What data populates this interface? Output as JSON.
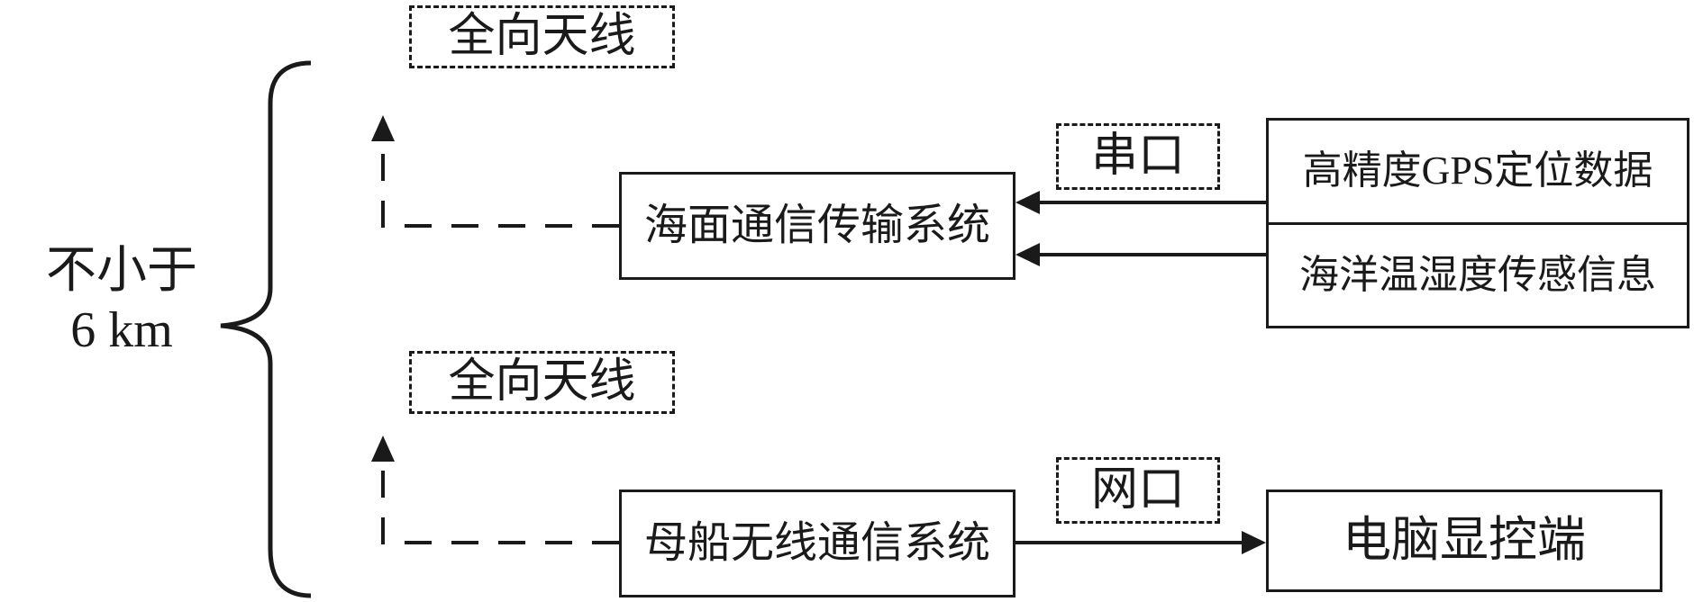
{
  "colors": {
    "ink": "#1a1a1a",
    "background": "#ffffff"
  },
  "diagram": {
    "distance": {
      "line1": "不小于",
      "line2": "6 km"
    },
    "antenna_top": "全向天线",
    "antenna_bottom": "全向天线",
    "sea_surface_system": "海面通信传输系统",
    "serial_port": "串口",
    "gps_data": "高精度GPS定位数据",
    "sensor_info": "海洋温湿度传感信息",
    "ship_system": "母船无线通信系统",
    "network_port": "网口",
    "computer_terminal": "电脑显控端"
  }
}
